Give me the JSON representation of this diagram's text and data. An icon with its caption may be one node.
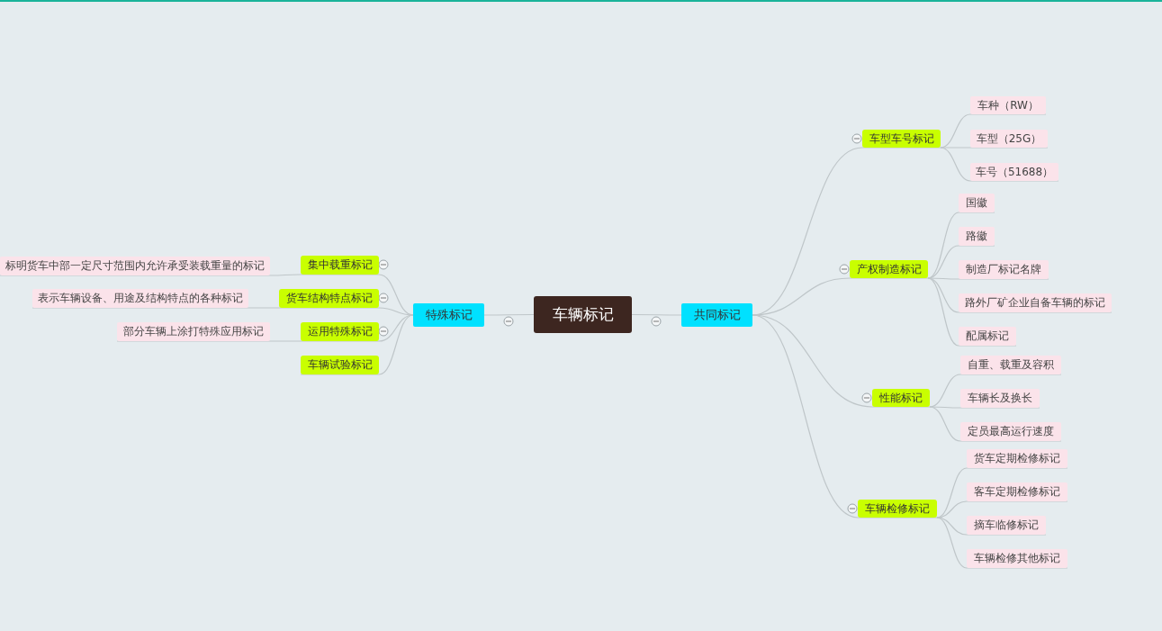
{
  "diagram": {
    "nodes": [
      {
        "text": [
          "车辆标记"
        ]
      },
      {
        "text": [
          "特殊标记"
        ]
      },
      {
        "text": [
          "集中载重标记"
        ]
      },
      {
        "text": [
          "标明货车中部一定尺寸范围内允许承受装载重量的标记"
        ]
      },
      {
        "text": [
          "货车结构特点标记"
        ]
      },
      {
        "text": [
          "表示车辆设备、用途及结构特点的各种标记"
        ]
      },
      {
        "text": [
          "运用特殊标记"
        ]
      },
      {
        "text": [
          "部分车辆上涂打特殊应用标记"
        ]
      },
      {
        "text": [
          "车辆试验标记"
        ]
      },
      {
        "text": [
          "共同标记"
        ]
      },
      {
        "text": [
          "车型车号标记"
        ]
      },
      {
        "text": [
          "车种（RW）"
        ]
      },
      {
        "text": [
          "车型（25G）"
        ]
      },
      {
        "text": [
          "车号（51688）"
        ]
      },
      {
        "text": [
          "产权制造标记"
        ]
      },
      {
        "text": [
          "国徽"
        ]
      },
      {
        "text": [
          "路徽"
        ]
      },
      {
        "text": [
          "制造厂标记名牌"
        ]
      },
      {
        "text": [
          "路外厂矿企业自备车辆的标记"
        ]
      },
      {
        "text": [
          "配属标记"
        ]
      },
      {
        "text": [
          "性能标记"
        ]
      },
      {
        "text": [
          "自重、载重及容积"
        ]
      },
      {
        "text": [
          "车辆长及换长"
        ]
      },
      {
        "text": [
          "定员最高运行速度"
        ]
      },
      {
        "text": [
          "车辆检修标记"
        ]
      },
      {
        "text": [
          "货车定期检修标记"
        ]
      },
      {
        "text": [
          "客车定期检修标记"
        ]
      },
      {
        "text": [
          "摘车临修标记"
        ]
      },
      {
        "text": [
          "车辆检修其他标记"
        ]
      }
    ],
    "edges": [
      {
        "from": 0,
        "to": 1,
        "arrow": "none"
      },
      {
        "from": 1,
        "to": 2,
        "arrow": "none"
      },
      {
        "from": 2,
        "to": 3,
        "arrow": "none"
      },
      {
        "from": 1,
        "to": 4,
        "arrow": "none"
      },
      {
        "from": 4,
        "to": 5,
        "arrow": "none"
      },
      {
        "from": 1,
        "to": 6,
        "arrow": "none"
      },
      {
        "from": 6,
        "to": 7,
        "arrow": "none"
      },
      {
        "from": 1,
        "to": 8,
        "arrow": "none"
      },
      {
        "from": 0,
        "to": 9,
        "arrow": "none"
      },
      {
        "from": 9,
        "to": 10,
        "arrow": "none"
      },
      {
        "from": 10,
        "to": 11,
        "arrow": "none"
      },
      {
        "from": 10,
        "to": 12,
        "arrow": "none"
      },
      {
        "from": 10,
        "to": 13,
        "arrow": "none"
      },
      {
        "from": 9,
        "to": 14,
        "arrow": "none"
      },
      {
        "from": 14,
        "to": 15,
        "arrow": "none"
      },
      {
        "from": 14,
        "to": 16,
        "arrow": "none"
      },
      {
        "from": 14,
        "to": 17,
        "arrow": "none"
      },
      {
        "from": 14,
        "to": 18,
        "arrow": "none"
      },
      {
        "from": 14,
        "to": 19,
        "arrow": "none"
      },
      {
        "from": 9,
        "to": 20,
        "arrow": "none"
      },
      {
        "from": 20,
        "to": 21,
        "arrow": "none"
      },
      {
        "from": 20,
        "to": 22,
        "arrow": "none"
      },
      {
        "from": 20,
        "to": 23,
        "arrow": "none"
      },
      {
        "from": 9,
        "to": 24,
        "arrow": "none"
      },
      {
        "from": 24,
        "to": 25,
        "arrow": "none"
      },
      {
        "from": 24,
        "to": 26,
        "arrow": "none"
      },
      {
        "from": 24,
        "to": 27,
        "arrow": "none"
      },
      {
        "from": 24,
        "to": 28,
        "arrow": "none"
      }
    ]
  }
}
